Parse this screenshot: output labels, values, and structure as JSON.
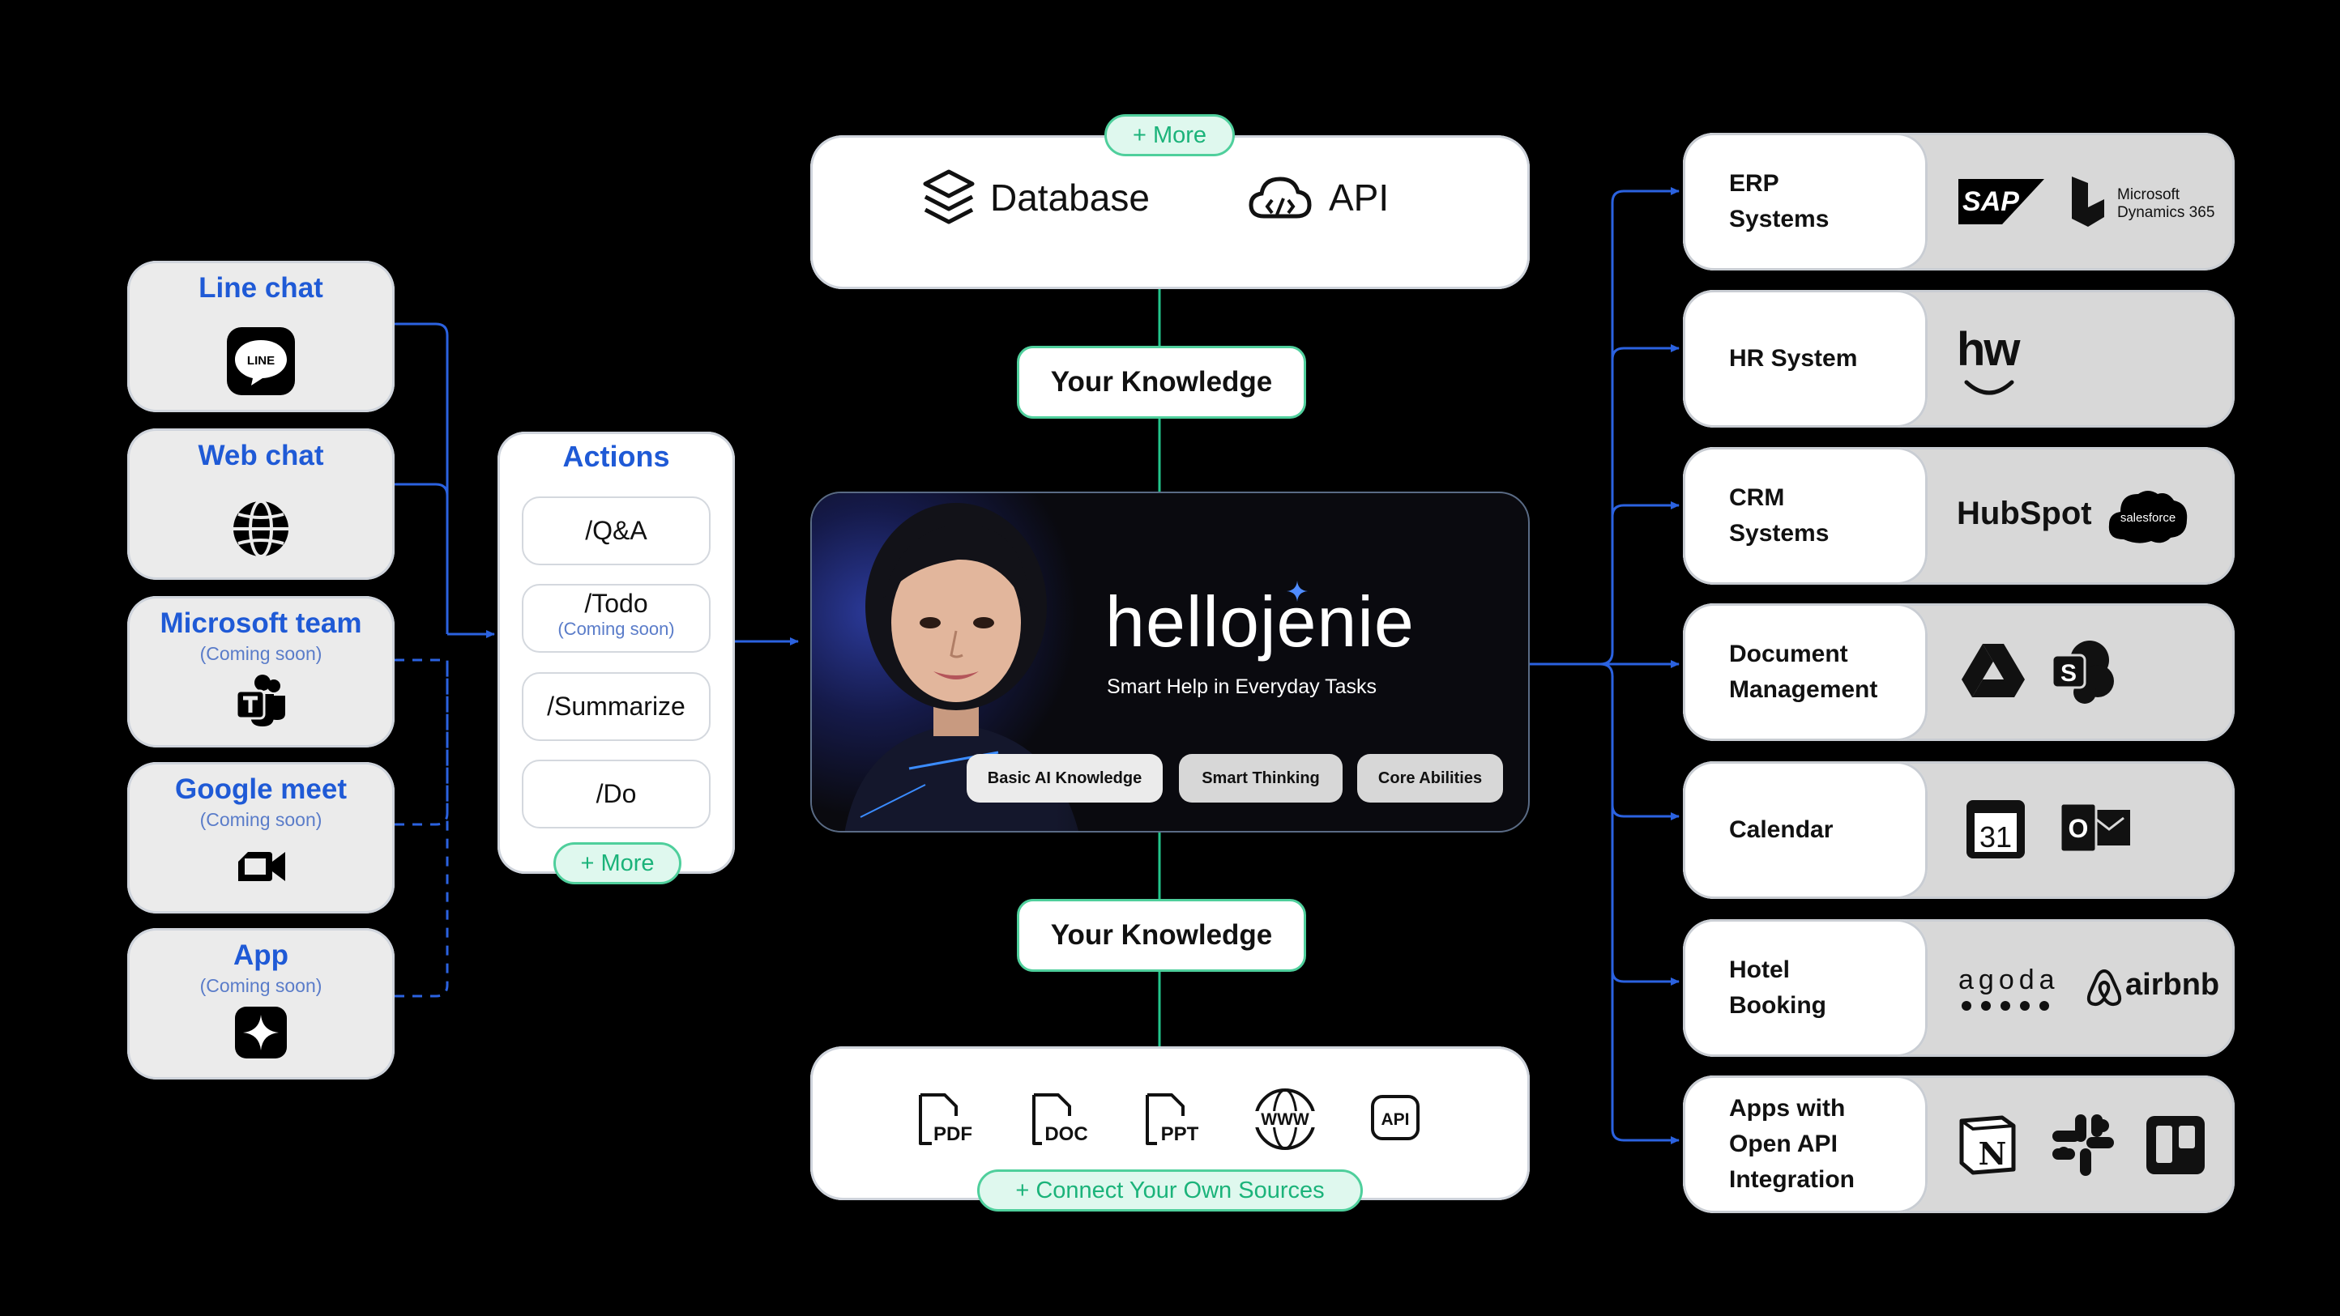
{
  "channels": [
    {
      "title": "Line chat",
      "subtitle": "",
      "icon": "line-app-icon"
    },
    {
      "title": "Web chat",
      "subtitle": "",
      "icon": "globe-icon"
    },
    {
      "title": "Microsoft team",
      "subtitle": "(Coming soon)",
      "icon": "teams-icon"
    },
    {
      "title": "Google meet",
      "subtitle": "(Coming soon)",
      "icon": "google-meet-icon"
    },
    {
      "title": "App",
      "subtitle": "(Coming soon)",
      "icon": "sparkle-app-icon"
    }
  ],
  "line_icon_text": "LINE",
  "actions": {
    "title": "Actions",
    "items": [
      {
        "label": "/Q&A",
        "sub": ""
      },
      {
        "label": "/Todo",
        "sub": "(Coming soon)"
      },
      {
        "label": "/Summarize",
        "sub": ""
      },
      {
        "label": "/Do",
        "sub": ""
      }
    ],
    "more": "+ More"
  },
  "top_sources": {
    "more": "+ More",
    "database": "Database",
    "api": "API"
  },
  "knowledge_top": "Your Knowledge",
  "knowledge_bottom": "Your Knowledge",
  "hero": {
    "brand_hello": "hello",
    "brand_jenie": "jenie",
    "tagline": "Smart Help in Everyday Tasks",
    "badges": [
      "Basic AI Knowledge",
      "Smart Thinking",
      "Core Abilities"
    ]
  },
  "bottom_sources": {
    "files": [
      "PDF",
      "DOC",
      "PPT"
    ],
    "www": "WWW",
    "api": "API",
    "connect": "+ Connect Your Own Sources"
  },
  "systems": [
    {
      "label": "ERP\nSystems",
      "logos": [
        "SAP",
        "Microsoft Dynamics 365"
      ]
    },
    {
      "label": "HR System",
      "logos": [
        "hw"
      ]
    },
    {
      "label": "CRM\nSystems",
      "logos": [
        "HubSpot",
        "salesforce"
      ]
    },
    {
      "label": "Document\nManagement",
      "logos": [
        "google-drive-icon",
        "sharepoint-icon"
      ]
    },
    {
      "label": "Calendar",
      "logos": [
        "google-calendar-icon",
        "outlook-icon"
      ]
    },
    {
      "label": "Hotel\nBooking",
      "logos": [
        "agoda",
        "airbnb"
      ]
    },
    {
      "label": "Apps with\nOpen API\nIntegration",
      "logos": [
        "notion-icon",
        "slack-icon",
        "trello-icon"
      ]
    }
  ],
  "logo_text": {
    "sap": "SAP",
    "ms_line1": "Microsoft",
    "ms_line2": "Dynamics 365",
    "hw": "hw",
    "hubspot": "HubSpot",
    "salesforce": "salesforce",
    "sharepoint_letter": "S",
    "calendar_day": "31",
    "outlook_letter": "O",
    "agoda": "agoda",
    "airbnb": "airbnb",
    "notion_letter": "N"
  },
  "colors": {
    "channel_title": "#1f5ad6",
    "connector_blue": "#1f5ad6",
    "connector_green": "#22c58b",
    "pill_green": "#1bb37a"
  }
}
